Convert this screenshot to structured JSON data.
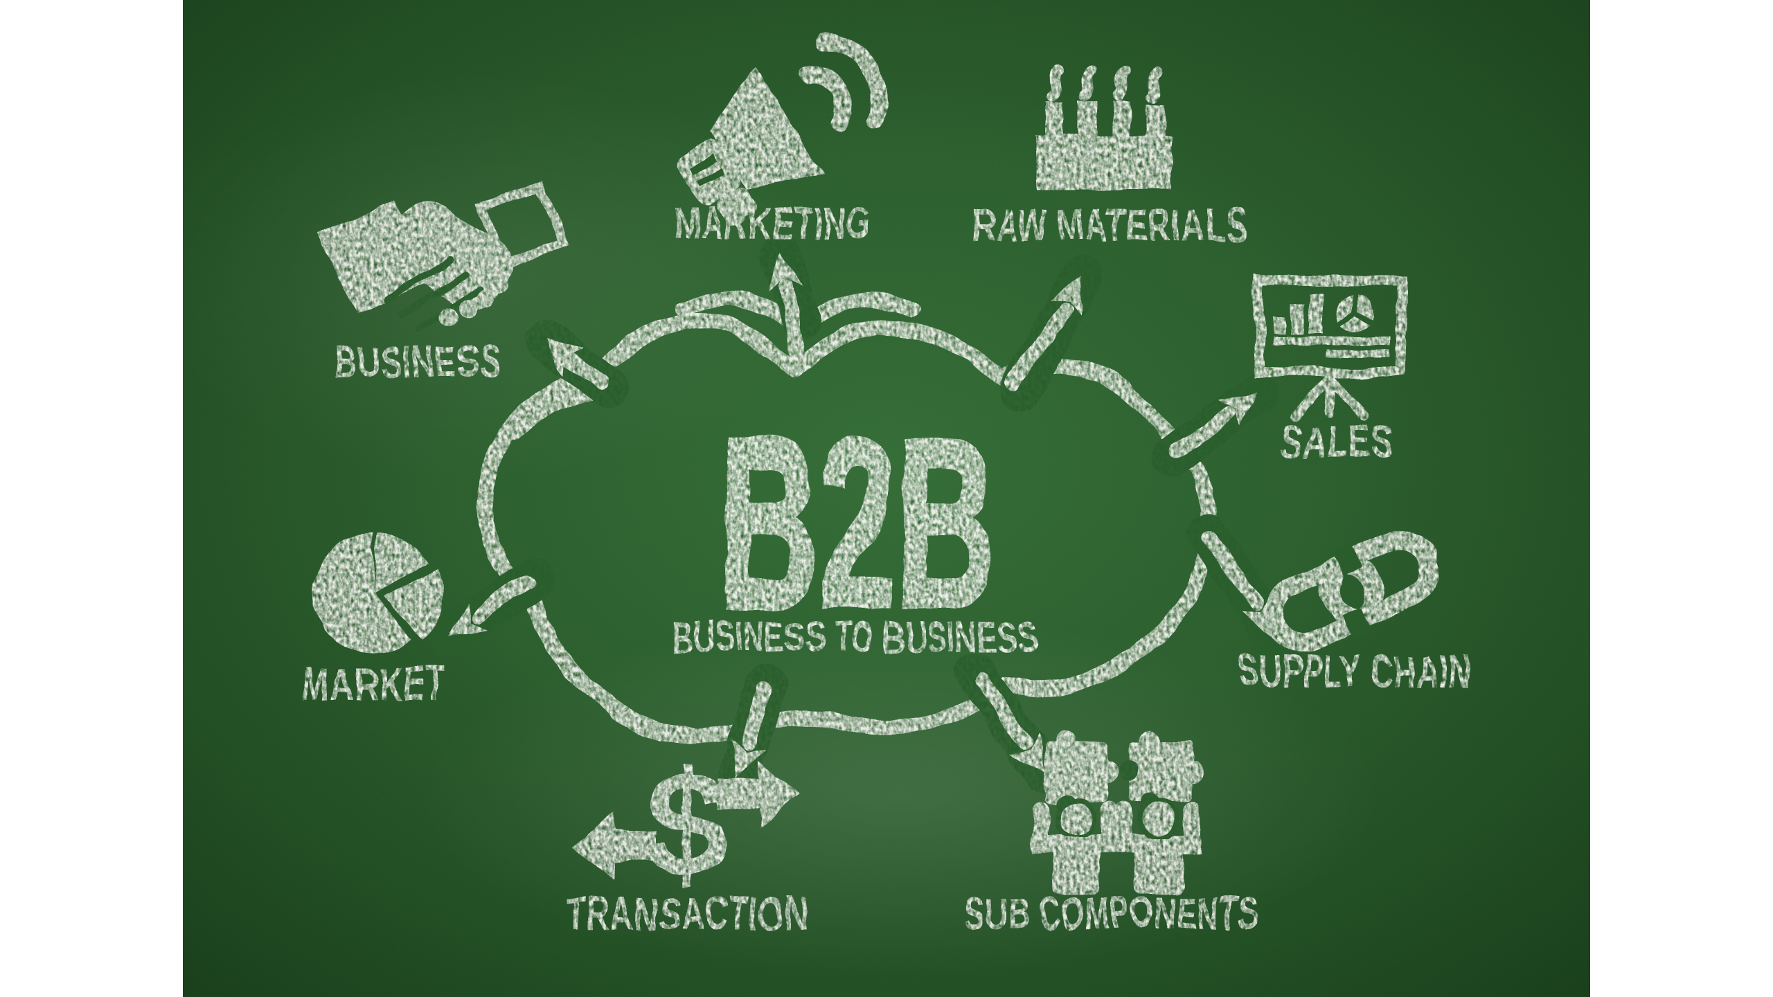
{
  "board": {
    "chalk_color": "#e9ebe4",
    "bg_center_color": "#316a33",
    "bg_edge_color": "#143916",
    "letterbox_color": "#ffffff"
  },
  "center": {
    "title": "B2B",
    "subtitle": "BUSINESS TO BUSINESS"
  },
  "nodes": [
    {
      "id": "business",
      "label": "BUSINESS",
      "icon": "handshake-icon"
    },
    {
      "id": "marketing",
      "label": "MARKETING",
      "icon": "megaphone-icon"
    },
    {
      "id": "raw-materials",
      "label": "RAW MATERIALS",
      "icon": "factory-icon"
    },
    {
      "id": "sales",
      "label": "SALES",
      "icon": "presentation-chart-icon"
    },
    {
      "id": "supply-chain",
      "label": "SUPPLY CHAIN",
      "icon": "chain-link-icon"
    },
    {
      "id": "sub-components",
      "label": "SUB COMPONENTS",
      "icon": "puzzle-people-icon"
    },
    {
      "id": "transaction",
      "label": "TRANSACTION",
      "icon": "dollar-exchange-icon",
      "symbol": "$"
    },
    {
      "id": "market",
      "label": "MARKET",
      "icon": "pie-chart-icon"
    }
  ]
}
